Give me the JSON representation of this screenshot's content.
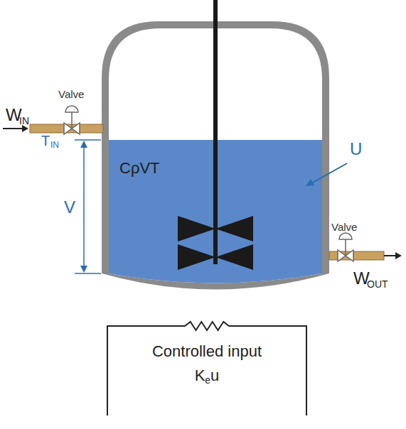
{
  "diagram": {
    "nodes": [
      {
        "text": [
          "Controlled input",
          "K",
          "e",
          "u"
        ]
      }
    ],
    "labels": [
      "Valve",
      "W",
      "IN",
      "T",
      "IN",
      "V",
      "CρVT",
      "U",
      "Valve",
      "W",
      "OUT"
    ]
  }
}
